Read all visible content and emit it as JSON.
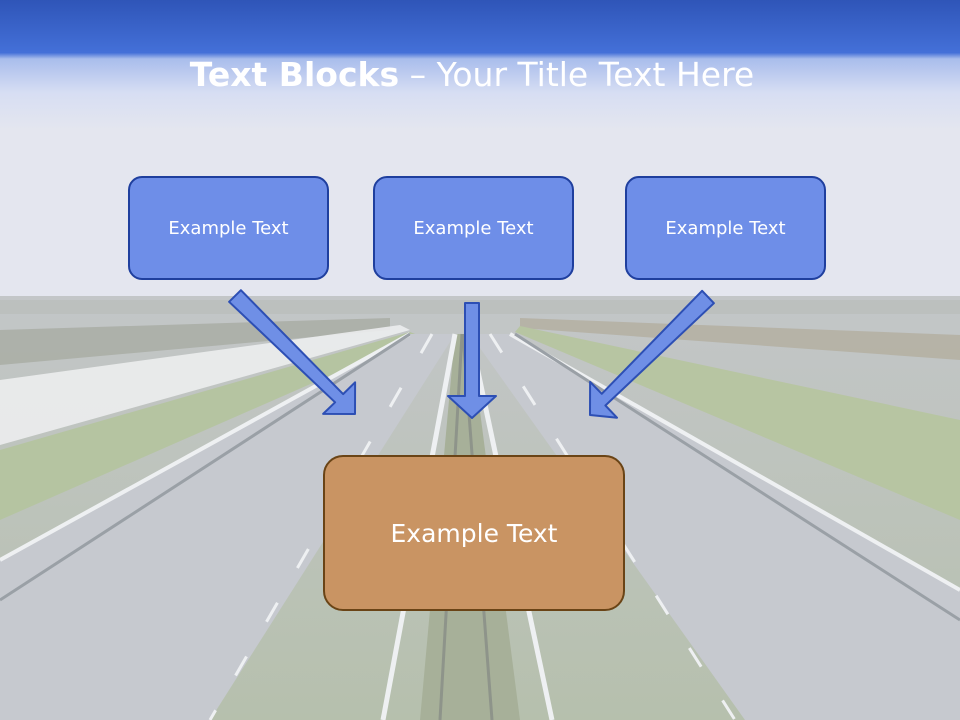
{
  "title": {
    "bold": "Text Blocks",
    "dash": " – ",
    "rest": "Your Title Text Here"
  },
  "blocks": {
    "top": [
      "Example Text",
      "Example Text",
      "Example Text"
    ],
    "main": "Example Text"
  },
  "colors": {
    "header": "#3a63c8",
    "small_box_fill": "#6e8ee8",
    "small_box_border": "#1f3f9e",
    "main_box_fill": "#c99463",
    "main_box_border": "#6a4416",
    "arrow_fill": "#6f8fe6",
    "arrow_border": "#2d4fb4"
  },
  "background": "highway-photo"
}
